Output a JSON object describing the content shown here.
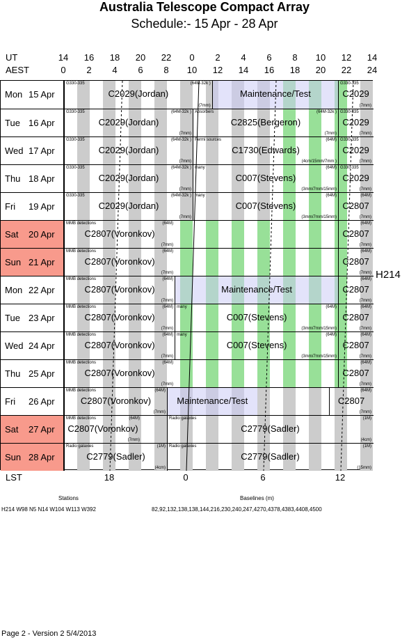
{
  "title": "Australia Telescope Compact Array",
  "subtitle": "Schedule:- 15 Apr - 28 Apr",
  "ut_label": "UT",
  "aest_label": "AEST",
  "ut_ticks": [
    "14",
    "16",
    "18",
    "20",
    "22",
    "0",
    "2",
    "4",
    "6",
    "8",
    "10",
    "12",
    "14"
  ],
  "aest_ticks": [
    "0",
    "2",
    "4",
    "6",
    "8",
    "10",
    "12",
    "14",
    "16",
    "18",
    "20",
    "22",
    "24"
  ],
  "lst_label": "LST",
  "lst_ticks": [
    "18",
    "0",
    "6",
    "12"
  ],
  "config": "H214",
  "stations_label": "Stations",
  "stations": "H214   W98 N5 N14 W104 W113 W392",
  "baselines_label": "Baselines (m)",
  "baselines": "82,92,132,138,138,144,216,230,240,247,4270,4378,4383,4408,4500",
  "footer": "Page 2 - Version 2  5/4/2013",
  "rows": [
    {
      "day": "Mon",
      "date": "15 Apr",
      "weekend": false,
      "blocks": [
        {
          "from": 0,
          "to": 11.5,
          "name": "C2029(Jordan)",
          "tl": "G330-335",
          "tr": "(64M-32k )",
          "br": "(7mm)"
        },
        {
          "from": 11.5,
          "to": 21.3,
          "name": "Maintenance/Test",
          "tl": "",
          "tr": "",
          "br": ""
        },
        {
          "from": 21.3,
          "to": 24,
          "name": "C2029",
          "tl": "G330-335",
          "tr": "",
          "br": "(7mm)"
        }
      ]
    },
    {
      "day": "Tue",
      "date": "16 Apr",
      "weekend": false,
      "blocks": [
        {
          "from": 0,
          "to": 10.0,
          "name": "C2029(Jordan)",
          "tl": "G330-335",
          "tr": "(64M-32k )",
          "br": "(7mm)"
        },
        {
          "from": 10.0,
          "to": 21.3,
          "name": "C2825(Bergeron)",
          "tl": "Absorbers",
          "tr": "(64M-32k )",
          "br": "(7mm)"
        },
        {
          "from": 21.3,
          "to": 24,
          "name": "C2029",
          "tl": "G330-335",
          "tr": "",
          "br": "(7mm)"
        }
      ]
    },
    {
      "day": "Wed",
      "date": "17 Apr",
      "weekend": false,
      "blocks": [
        {
          "from": 0,
          "to": 10.0,
          "name": "C2029(Jordan)",
          "tl": "G330-335",
          "tr": "(64M-32k )",
          "br": "(7mm)"
        },
        {
          "from": 10.0,
          "to": 21.3,
          "name": "C1730(Edwards)",
          "tl": "Fermi sources",
          "tr": "(64M)",
          "br": "(4cm/15mm/7mm )"
        },
        {
          "from": 21.3,
          "to": 24,
          "name": "C2029",
          "tl": "G330-335",
          "tr": "",
          "br": "(7mm)"
        }
      ]
    },
    {
      "day": "Thu",
      "date": "18 Apr",
      "weekend": false,
      "blocks": [
        {
          "from": 0,
          "to": 10.0,
          "name": "C2029(Jordan)",
          "tl": "G330-335",
          "tr": "(64M-32k )",
          "br": "(7mm)"
        },
        {
          "from": 10.0,
          "to": 21.3,
          "name": "C007(Stevens)",
          "tl": "many",
          "tr": "(64M)",
          "br": "(3mm/7mm/15mm)"
        },
        {
          "from": 21.3,
          "to": 24,
          "name": "C2029",
          "tl": "G330-335",
          "tr": "",
          "br": "(7mm)"
        }
      ]
    },
    {
      "day": "Fri",
      "date": "19 Apr",
      "weekend": false,
      "blocks": [
        {
          "from": 0,
          "to": 10.0,
          "name": "C2029(Jordan)",
          "tl": "G330-335",
          "tr": "(64M-32k )",
          "br": "(7mm)"
        },
        {
          "from": 10.0,
          "to": 21.3,
          "name": "C007(Stevens)",
          "tl": "many",
          "tr": "(64M)",
          "br": "(3mm/7mm/15mm)"
        },
        {
          "from": 21.3,
          "to": 24,
          "name": "C2807",
          "tl": "",
          "tr": "(64M)",
          "br": "(7mm)"
        }
      ]
    },
    {
      "day": "Sat",
      "date": "20 Apr",
      "weekend": true,
      "blocks": [
        {
          "from": 0,
          "to": 8.6,
          "name": "C2807(Voronkov)",
          "tl": "MMB detections",
          "tr": "(64M)",
          "br": "(7mm)"
        },
        {
          "from": 21.3,
          "to": 24,
          "name": "C2807",
          "tl": "",
          "tr": "(64M)",
          "br": "(7mm)"
        }
      ]
    },
    {
      "day": "Sun",
      "date": "21 Apr",
      "weekend": true,
      "blocks": [
        {
          "from": 0,
          "to": 8.6,
          "name": "C2807(Voronkov)",
          "tl": "MMB detections",
          "tr": "(64M)",
          "br": "(7mm)"
        },
        {
          "from": 21.3,
          "to": 24,
          "name": "C2807",
          "tl": "",
          "tr": "(64M)",
          "br": "(7mm)"
        }
      ]
    },
    {
      "day": "Mon",
      "date": "22 Apr",
      "weekend": false,
      "blocks": [
        {
          "from": 0,
          "to": 8.6,
          "name": "C2807(Voronkov)",
          "tl": "MMB detections",
          "tr": "(64M)",
          "br": "(7mm)"
        },
        {
          "from": 8.6,
          "to": 21.3,
          "name": "Maintenance/Test",
          "tl": "",
          "tr": "",
          "br": ""
        },
        {
          "from": 21.3,
          "to": 24,
          "name": "C2807",
          "tl": "",
          "tr": "(64M)",
          "br": "(7mm)"
        }
      ]
    },
    {
      "day": "Tue",
      "date": "23 Apr",
      "weekend": false,
      "blocks": [
        {
          "from": 0,
          "to": 8.6,
          "name": "C2807(Voronkov)",
          "tl": "MMB detections",
          "tr": "(64M)",
          "br": "(7mm)"
        },
        {
          "from": 8.6,
          "to": 21.3,
          "name": "C007(Stevens)",
          "tl": "many",
          "tr": "(64M)",
          "br": "(3mm/7mm/15mm)"
        },
        {
          "from": 21.3,
          "to": 24,
          "name": "C2807",
          "tl": "",
          "tr": "(64M)",
          "br": "(7mm)"
        }
      ]
    },
    {
      "day": "Wed",
      "date": "24 Apr",
      "weekend": false,
      "blocks": [
        {
          "from": 0,
          "to": 8.6,
          "name": "C2807(Voronkov)",
          "tl": "MMB detections",
          "tr": "(64M)",
          "br": "(7mm)"
        },
        {
          "from": 8.6,
          "to": 21.3,
          "name": "C007(Stevens)",
          "tl": "many",
          "tr": "(64M)",
          "br": "(3mm/7mm/15mm)"
        },
        {
          "from": 21.3,
          "to": 24,
          "name": "C2807",
          "tl": "",
          "tr": "(64M)",
          "br": "(7mm)"
        }
      ]
    },
    {
      "day": "Thu",
      "date": "25 Apr",
      "weekend": false,
      "blocks": [
        {
          "from": 0,
          "to": 8.6,
          "name": "C2807(Voronkov)",
          "tl": "MMB detections",
          "tr": "(64M)",
          "br": "(7mm)"
        },
        {
          "from": 21.3,
          "to": 24,
          "name": "C2807",
          "tl": "",
          "tr": "(64M)",
          "br": "(7mm)"
        }
      ]
    },
    {
      "day": "Fri",
      "date": "26 Apr",
      "weekend": false,
      "blocks": [
        {
          "from": 0,
          "to": 8.0,
          "name": "C2807(Voronkov)",
          "tl": "MMB detections",
          "tr": "(64M)",
          "br": "(7mm)"
        },
        {
          "from": 8.0,
          "to": 15.0,
          "name": "Maintenance/Test",
          "tl": "",
          "tr": "",
          "br": ""
        },
        {
          "from": 20.6,
          "to": 24,
          "name": "C2807",
          "tl": "",
          "tr": "(64M)",
          "br": "(7mm)"
        }
      ]
    },
    {
      "day": "Sat",
      "date": "27 Apr",
      "weekend": true,
      "blocks": [
        {
          "from": 0,
          "to": 6.0,
          "name": "C2807(Voronkov)",
          "tl": "MMB detections",
          "tr": "(64M)",
          "br": "(7mm)"
        },
        {
          "from": 8.0,
          "to": 24,
          "name": "C2779(Sadler)",
          "tl": "Radio galaxies",
          "tr": "(1M)",
          "br": "(4cm)"
        }
      ]
    },
    {
      "day": "Sun",
      "date": "28 Apr",
      "weekend": true,
      "blocks": [
        {
          "from": 0,
          "to": 8.0,
          "name": "C2779(Sadler)",
          "tl": "Radio galaxies",
          "tr": "(1M)",
          "br": "(4cm)"
        },
        {
          "from": 8.0,
          "to": 24,
          "name": "C2779(Sadler)",
          "tl": "Radio galaxies",
          "tr": "(1M)",
          "br": "(15mm)"
        }
      ]
    }
  ]
}
